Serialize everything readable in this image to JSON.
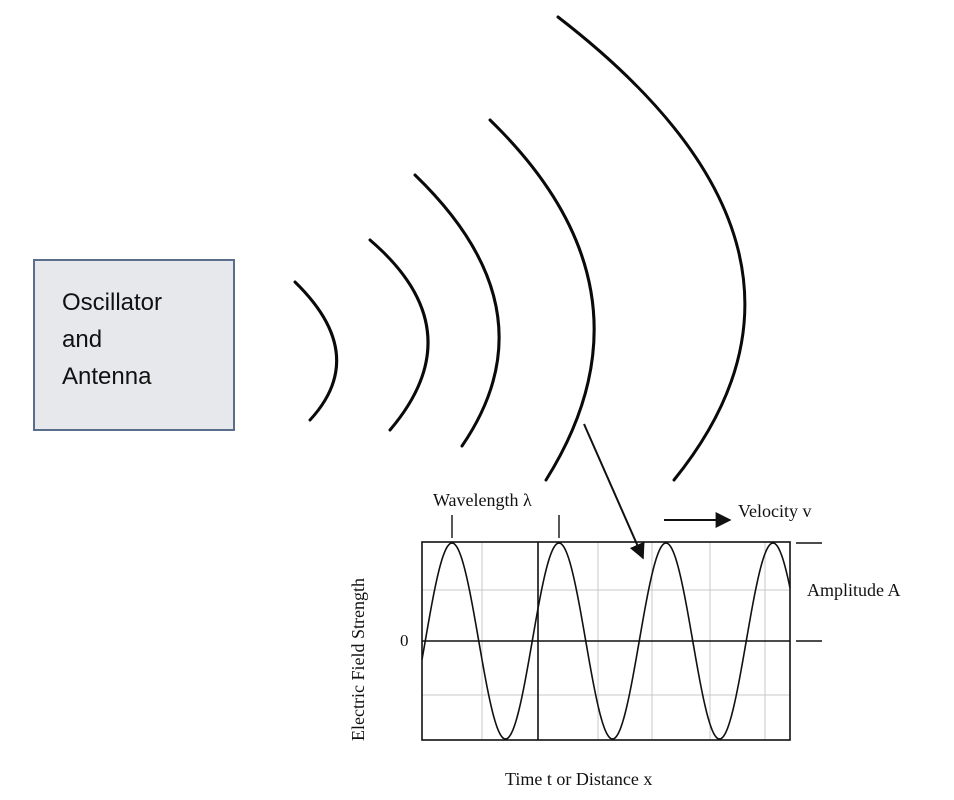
{
  "source_box": {
    "lines": [
      "Oscillator",
      "and",
      "Antenna"
    ],
    "fill": "#e6e8ec",
    "border": "#5a6e8c"
  },
  "wave_panel": {
    "wavelength_label": "Wavelength λ",
    "velocity_label": "Velocity v",
    "amplitude_label": "Amplitude A",
    "y_axis_label": "Electric Field Strength",
    "x_axis_label": "Time t or Distance x",
    "zero_label": "0"
  }
}
